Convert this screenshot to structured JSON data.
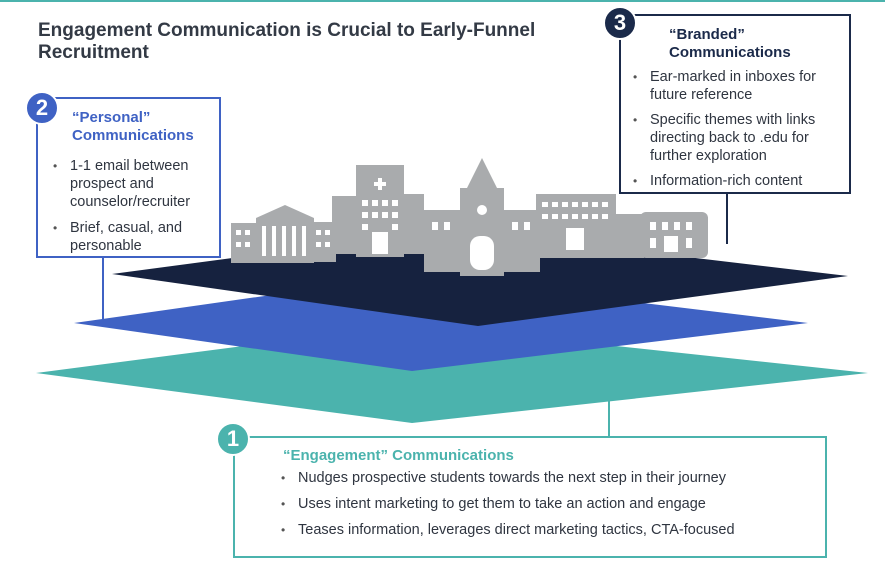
{
  "title": "Engagement Communication is Crucial to Early-Funnel Recruitment",
  "colors": {
    "navy": "#1b2a4a",
    "blue": "#3f62c4",
    "teal": "#4bb3ad",
    "building_gray": "#a9abad",
    "text": "#333a45"
  },
  "personal": {
    "number": "2",
    "heading": "“Personal” Communications",
    "bullets": [
      "1-1 email between prospect and counselor/recruiter",
      "Brief, casual, and personable"
    ]
  },
  "branded": {
    "number": "3",
    "heading": "“Branded” Communications",
    "bullets": [
      "Ear-marked in inboxes for future reference",
      "Specific themes with links directing back to .edu for further exploration",
      "Information-rich content"
    ]
  },
  "engagement": {
    "number": "1",
    "heading": "“Engagement” Communications",
    "bullets": [
      "Nudges prospective students towards the next step in their journey",
      "Uses intent marketing to get them to take an action and engage",
      "Teases information, leverages direct marketing tactics, CTA-focused"
    ]
  }
}
